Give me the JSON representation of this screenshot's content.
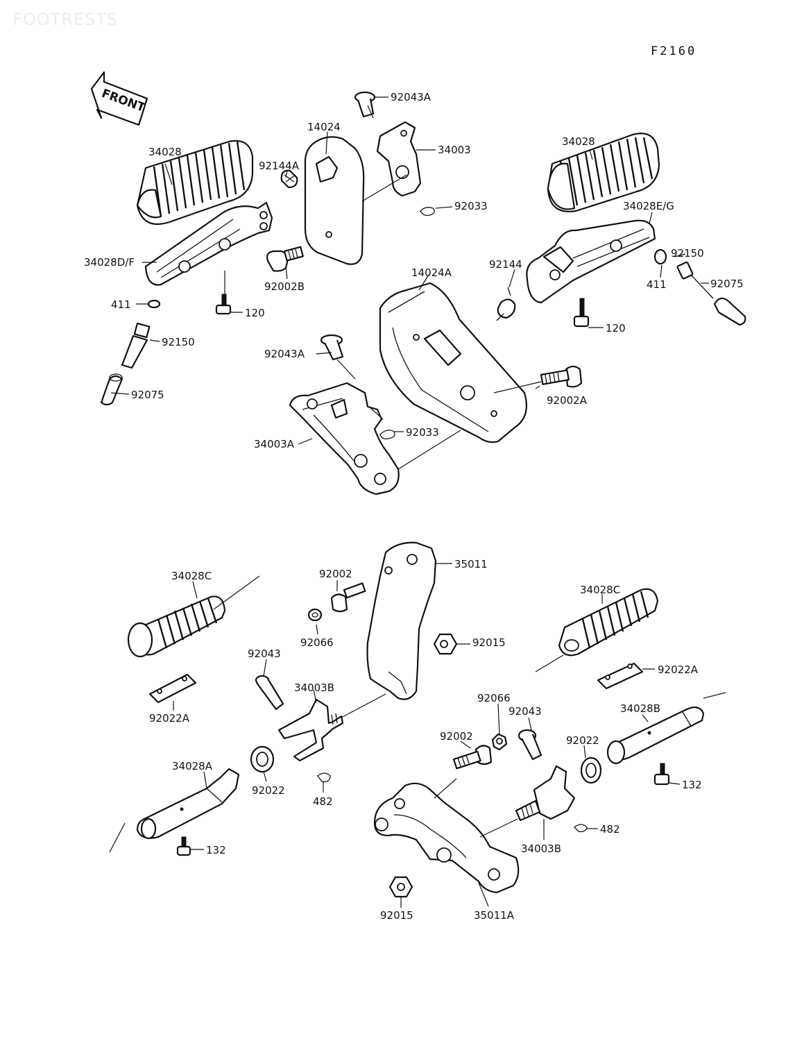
{
  "header": {
    "watermark": "FOOTRESTS",
    "figure_code": "F2160",
    "front_label": "FRONT"
  },
  "colors": {
    "ink": "#111111",
    "background": "#ffffff"
  },
  "callouts": [
    {
      "id": "92043A-top",
      "text": "92043A"
    },
    {
      "id": "14024",
      "text": "14024"
    },
    {
      "id": "34003",
      "text": "34003"
    },
    {
      "id": "34028-left",
      "text": "34028"
    },
    {
      "id": "92144A",
      "text": "92144A"
    },
    {
      "id": "92033-top",
      "text": "92033"
    },
    {
      "id": "34028-right",
      "text": "34028"
    },
    {
      "id": "34028EG",
      "text": "34028E/G"
    },
    {
      "id": "34028DF",
      "text": "34028D/F"
    },
    {
      "id": "92002B",
      "text": "92002B"
    },
    {
      "id": "14024A",
      "text": "14024A"
    },
    {
      "id": "92150-right",
      "text": "92150"
    },
    {
      "id": "92144",
      "text": "92144"
    },
    {
      "id": "411-right",
      "text": "411"
    },
    {
      "id": "92075-right",
      "text": "92075"
    },
    {
      "id": "411-left",
      "text": "411"
    },
    {
      "id": "120-left",
      "text": "120"
    },
    {
      "id": "120-right",
      "text": "120"
    },
    {
      "id": "92150-left",
      "text": "92150"
    },
    {
      "id": "92043A-mid",
      "text": "92043A"
    },
    {
      "id": "92002A",
      "text": "92002A"
    },
    {
      "id": "92075-left",
      "text": "92075"
    },
    {
      "id": "92033-mid",
      "text": "92033"
    },
    {
      "id": "34003A",
      "text": "34003A"
    },
    {
      "id": "35011",
      "text": "35011"
    },
    {
      "id": "34028C-left",
      "text": "34028C"
    },
    {
      "id": "92002-top",
      "text": "92002"
    },
    {
      "id": "34028C-right",
      "text": "34028C"
    },
    {
      "id": "92015-right",
      "text": "92015"
    },
    {
      "id": "92066-top",
      "text": "92066"
    },
    {
      "id": "92043-left",
      "text": "92043"
    },
    {
      "id": "92022A-right",
      "text": "92022A"
    },
    {
      "id": "34003B-top",
      "text": "34003B"
    },
    {
      "id": "92022A-left",
      "text": "92022A"
    },
    {
      "id": "92066-mid",
      "text": "92066"
    },
    {
      "id": "34028B",
      "text": "34028B"
    },
    {
      "id": "92043-right",
      "text": "92043"
    },
    {
      "id": "92002-mid",
      "text": "92002"
    },
    {
      "id": "92022-right",
      "text": "92022"
    },
    {
      "id": "34028A",
      "text": "34028A"
    },
    {
      "id": "132-right",
      "text": "132"
    },
    {
      "id": "92022-left",
      "text": "92022"
    },
    {
      "id": "482-left",
      "text": "482"
    },
    {
      "id": "482-right",
      "text": "482"
    },
    {
      "id": "34003B-bottom",
      "text": "34003B"
    },
    {
      "id": "132-left",
      "text": "132"
    },
    {
      "id": "92015-bottom",
      "text": "92015"
    },
    {
      "id": "35011A",
      "text": "35011A"
    }
  ]
}
